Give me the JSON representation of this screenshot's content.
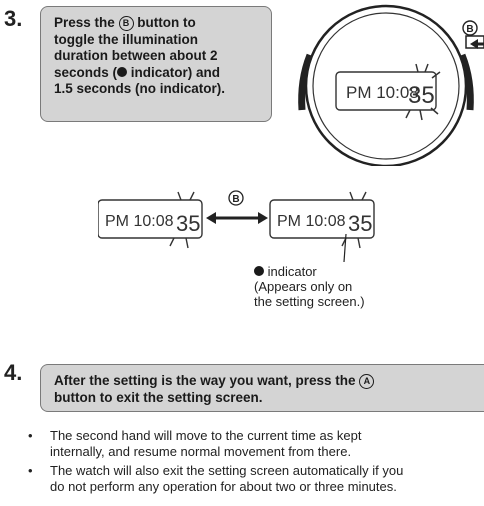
{
  "step3": {
    "number": "3.",
    "line1_prefix": "Press the ",
    "line1_key": "B",
    "line1_suffix": " button to",
    "line2": "toggle the illumination",
    "line3": "duration between about 2",
    "line4_prefix": "seconds (",
    "line4_suffix": " indicator) and",
    "line5": "1.5 seconds (no indicator)."
  },
  "watch": {
    "button_label": "B",
    "display_text": "PM 10:08",
    "seconds": "35"
  },
  "comparison": {
    "left_display": "PM 10:08",
    "right_display": "PM 10:08",
    "seconds": "35",
    "arrow_label": "B"
  },
  "indicator_note": {
    "line1": "indicator",
    "line2": "(Appears only on",
    "line3": "the setting screen.)"
  },
  "step4": {
    "number": "4.",
    "line1_prefix": "After the setting is the way you want, press the ",
    "line1_key": "A",
    "line2": "button to exit the setting screen."
  },
  "bullets": [
    {
      "marker": "•",
      "line1": "The second hand will move to the current time as kept",
      "line2": "internally, and resume normal movement from there."
    },
    {
      "marker": "•",
      "line1": "The watch will also exit the setting screen automatically if you",
      "line2": "do not perform any operation for about two or three minutes."
    }
  ]
}
